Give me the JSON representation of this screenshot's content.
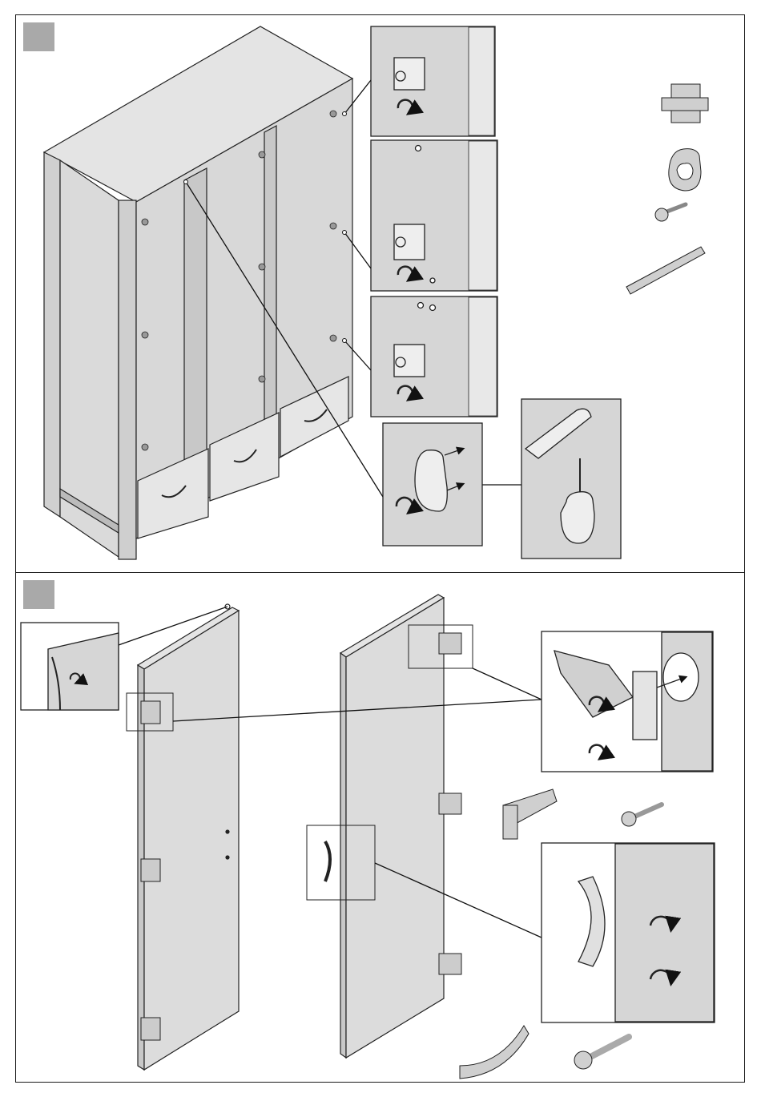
{
  "steps": [
    {
      "id": "step-1",
      "number": "",
      "badge_color": "#a9a9a9"
    },
    {
      "id": "step-2",
      "number": "",
      "badge_color": "#a9a9a9"
    }
  ],
  "colors": {
    "panel": "#dcdcdc",
    "panel_dark": "#b8b8b8",
    "frame": "#1a1a1a",
    "hardware": "#c9c9c9"
  },
  "parts": [
    {
      "name": "cam-bracket",
      "icon": "hinge-plate-icon"
    },
    {
      "name": "rod-holder",
      "icon": "rod-holder-icon"
    },
    {
      "name": "screw",
      "icon": "screw-icon"
    },
    {
      "name": "hanging-rail",
      "icon": "rail-icon"
    },
    {
      "name": "hinge",
      "icon": "hinge-icon"
    },
    {
      "name": "handle",
      "icon": "handle-icon"
    },
    {
      "name": "handle-bolt",
      "icon": "bolt-icon"
    }
  ]
}
